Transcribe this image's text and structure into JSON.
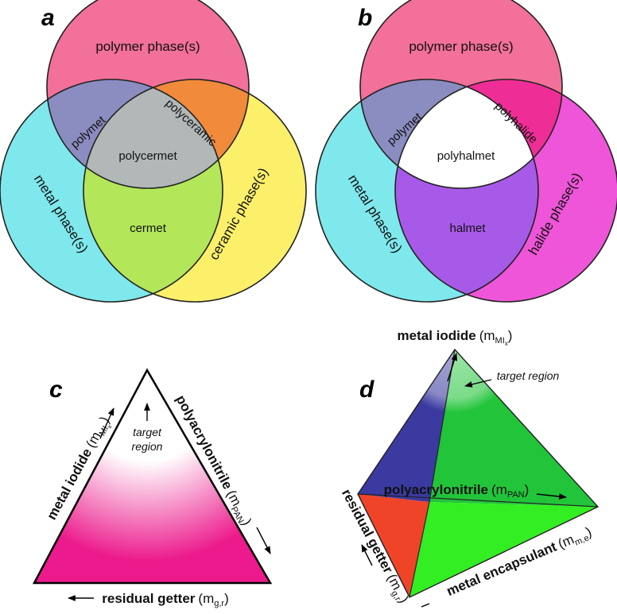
{
  "panels": {
    "a": {
      "letter": "a",
      "circles": {
        "polymer": "polymer phase(s)",
        "metal": "metal phase(s)",
        "ceramic": "ceramic phase(s)"
      },
      "overlaps": {
        "polymer_metal": "polymet",
        "polymer_ceramic": "polyceramic",
        "center": "polycermet",
        "metal_ceramic": "cermet"
      }
    },
    "b": {
      "letter": "b",
      "circles": {
        "polymer": "polymer phase(s)",
        "metal": "metal phase(s)",
        "halide": "halide phase(s)"
      },
      "overlaps": {
        "polymer_metal": "polymet",
        "polymer_halide": "polyhalide",
        "center": "polyhalmet",
        "metal_halide": "halmet"
      }
    },
    "c": {
      "letter": "c",
      "left_axis": {
        "name": "metal iodide",
        "sym_open": "(m",
        "sub": "MI",
        "subsub": "x",
        "sym_close": ")"
      },
      "right_axis": {
        "name": "polyacrylonitrile",
        "sym_open": "(m",
        "sub": "PAN",
        "sym_close": ")"
      },
      "bottom_axis": {
        "name": "residual getter",
        "sym_open": "(m",
        "sub": "g,r",
        "sym_close": ")"
      },
      "target_line1": "target",
      "target_line2": "region"
    },
    "d": {
      "letter": "d",
      "top_axis": {
        "name": "metal iodide",
        "sym_open": "(m",
        "sub": "MI",
        "subsub": "x",
        "sym_close": ")"
      },
      "target": "target region",
      "middle_axis": {
        "name": "polyacrylonitrile",
        "sym_open": "(m",
        "sub": "PAN",
        "sym_close": ")"
      },
      "left_axis": {
        "name": "residual getter",
        "sym_open": "(m",
        "sub": "g,r",
        "sym_close": ")"
      },
      "bottom_axis": {
        "name": "metal encapsulant",
        "sym_open": "(m",
        "sub": "m,e",
        "sym_close": ")"
      }
    }
  },
  "colors": {
    "polymer": "#f2709a",
    "metal": "#7fe8ec",
    "ceramic": "#fcf06a",
    "halide": "#ee55d8",
    "polymet": "#8b8cc0",
    "polyceramic": "#f28a3c",
    "polycermet": "#b2b8b8",
    "cermet": "#b3e659",
    "polyhalide": "#ee2e96",
    "halmet": "#a75ae8",
    "polyhalmet": "#ffffff",
    "triangle": "#ec1a8c",
    "tetra_blue": "#3a3aa0",
    "tetra_green": "#22c43a",
    "tetra_lime": "#33ee22",
    "tetra_red": "#f04428"
  }
}
